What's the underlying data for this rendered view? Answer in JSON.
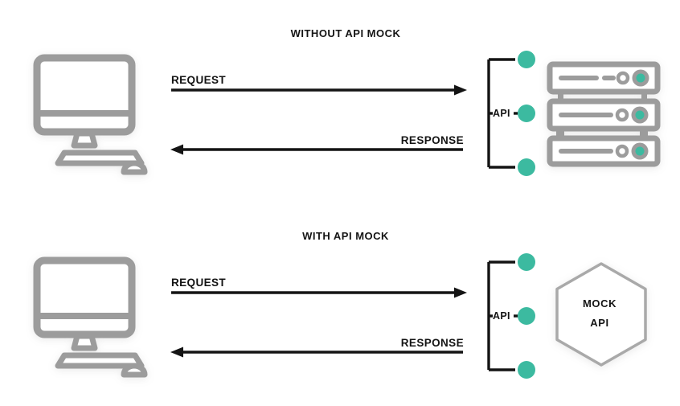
{
  "colors": {
    "teal": "#3cbaa0",
    "icon_gray": "#9c9c9c",
    "hex_gray": "#a9a9a9",
    "ink": "#141414",
    "background": "#ffffff"
  },
  "sections": [
    {
      "id": "without-api-mock",
      "title": "WITHOUT API MOCK",
      "client_icon": "desktop-computer-icon",
      "request": {
        "label": "REQUEST",
        "direction": "right"
      },
      "response": {
        "label": "RESPONSE",
        "direction": "left"
      },
      "api": {
        "label": "API",
        "endpoint_icon": "api-endpoints-bracket",
        "endpoint_count": 3
      },
      "backend": {
        "icon": "server-stack-icon",
        "server_count": 3
      }
    },
    {
      "id": "with-api-mock",
      "title": "WITH API MOCK",
      "client_icon": "desktop-computer-icon",
      "request": {
        "label": "REQUEST",
        "direction": "right"
      },
      "response": {
        "label": "RESPONSE",
        "direction": "left"
      },
      "api": {
        "label": "API",
        "endpoint_icon": "api-endpoints-bracket",
        "endpoint_count": 3
      },
      "backend": {
        "icon": "mock-api-hexagon-icon",
        "label_line1": "MOCK",
        "label_line2": "API"
      }
    }
  ]
}
